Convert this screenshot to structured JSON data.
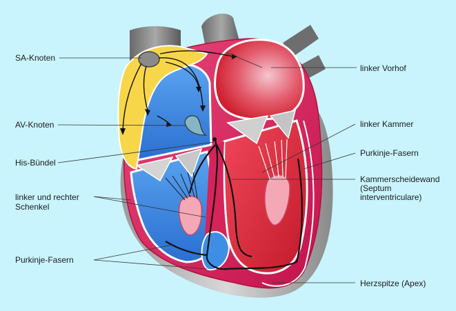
{
  "labels": {
    "sa_node": "SA-Knoten",
    "av_node": "AV-Knoten",
    "his_bundle": "His-Bündel",
    "bundle_branches_1": "linker und rechter",
    "bundle_branches_2": "Schenkel",
    "purkinje_left": "Purkinje-Fasern",
    "left_atrium": "linker Vorhof",
    "left_ventricle": "linker Kammer",
    "purkinje_right": "Purkinje-Fasern",
    "septum_1": "Kammerscheidewand",
    "septum_2": "(Septum",
    "septum_3": "interventriculare)",
    "apex": "Herzspitze (Apex)"
  },
  "colors": {
    "background": "#c9f4fd",
    "sinus_node_region": "#f7d64a",
    "right_heart_blue": "#3f8ee6",
    "left_heart_red": "#e0303c",
    "myocardium_pink": "#d6235a",
    "vessel_grey": "#7d7d7d",
    "conduction_black": "#111111"
  }
}
